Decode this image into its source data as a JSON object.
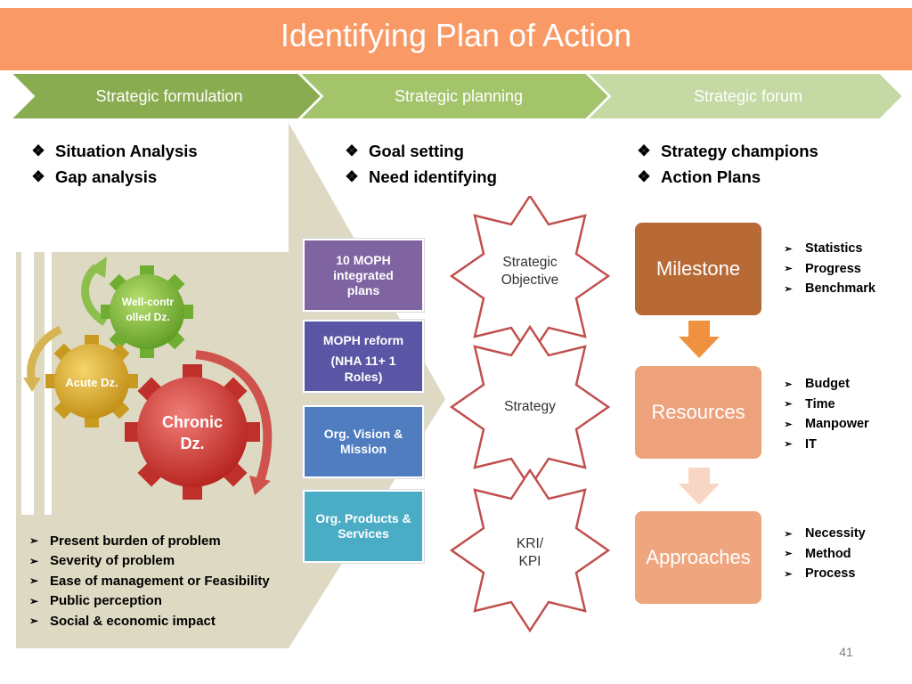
{
  "title": "Identifying Plan of Action",
  "chevrons": [
    {
      "label": "Strategic formulation"
    },
    {
      "label": "Strategic planning"
    },
    {
      "label": "Strategic forum"
    }
  ],
  "columns": {
    "formulation_bullets": [
      "Situation Analysis",
      "Gap analysis"
    ],
    "planning_bullets": [
      "Goal setting",
      "Need identifying"
    ],
    "forum_bullets": [
      "Strategy champions",
      "Action Plans"
    ]
  },
  "gears": {
    "well_controlled": "Well-controlled Dz.",
    "acute": "Acute Dz.",
    "chronic": "Chronic Dz."
  },
  "criteria": [
    "Present burden of problem",
    "Severity of problem",
    "Ease of management or Feasibility",
    "Public perception",
    "Social & economic impact"
  ],
  "moph_boxes": [
    {
      "line1": "10 MOPH",
      "line2": "integrated",
      "line3": "plans"
    },
    {
      "line1": "MOPH reform",
      "line2": "(NHA 11+ 1",
      "line3": "Roles)"
    },
    {
      "line1": "Org. Vision &",
      "line2": "Mission"
    },
    {
      "line1": "Org. Products &",
      "line2": "Services"
    }
  ],
  "stars": [
    {
      "line1": "Strategic",
      "line2": "Objective"
    },
    {
      "line1": "Strategy",
      "line2": ""
    },
    {
      "line1": "KRI/",
      "line2": "KPI"
    }
  ],
  "steps": {
    "milestone": "Milestone",
    "resources": "Resources",
    "approaches": "Approaches"
  },
  "milestone_items": [
    "Statistics",
    "Progress",
    "Benchmark"
  ],
  "resources_items": [
    "Budget",
    "Time",
    "Manpower",
    "IT"
  ],
  "approaches_items": [
    "Necessity",
    "Method",
    "Process"
  ],
  "page_number": "41",
  "colors": {
    "title_bg": "#f99966",
    "chevron1": "#8aac50",
    "chevron2": "#a3c46b",
    "chevron3": "#c4d9a4",
    "milestone": "#b86a36",
    "resources": "#eda27c",
    "approaches": "#efa57e",
    "moph1": "#8064a2",
    "moph2": "#5b55a5",
    "moph3": "#4f7dc0",
    "moph4": "#4bacc6",
    "star_border": "#c0504d"
  }
}
